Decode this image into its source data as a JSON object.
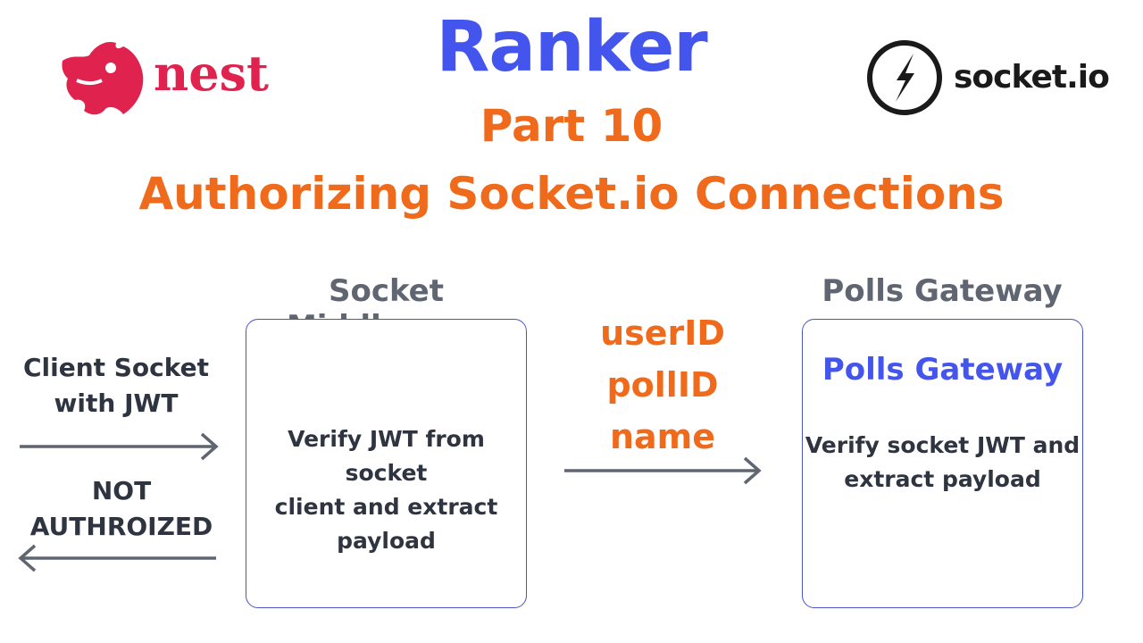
{
  "header": {
    "title": "Ranker",
    "part": "Part 10",
    "subtitle": "Authorizing Socket.io Connections"
  },
  "logos": {
    "nest": {
      "text": "nest",
      "icon": "nestjs-cat-icon",
      "color": "#e0234e"
    },
    "socketio": {
      "text": "socket.io",
      "icon": "socketio-bolt-icon",
      "color": "#1a1a1a"
    }
  },
  "client": {
    "label_line1": "Client Socket",
    "label_line2": "with JWT",
    "reject_line1": "NOT",
    "reject_line2": "AUTHROIZED"
  },
  "middleware": {
    "heading": "Socket Middleware",
    "line1": "Verify JWT from socket",
    "line2": "client and extract",
    "line3": "payload"
  },
  "payload": {
    "items": [
      "userID",
      "pollID",
      "name"
    ]
  },
  "gateway": {
    "heading": "Polls Gateway",
    "inner_title": "Polls Gateway",
    "line1": "Verify socket JWT and",
    "line2": "extract payload"
  },
  "colors": {
    "title": "#4455ee",
    "accent": "#f06a1c",
    "heading_gray": "#5f6672",
    "box_border": "#4a52c8",
    "arrow": "#5f6672"
  }
}
